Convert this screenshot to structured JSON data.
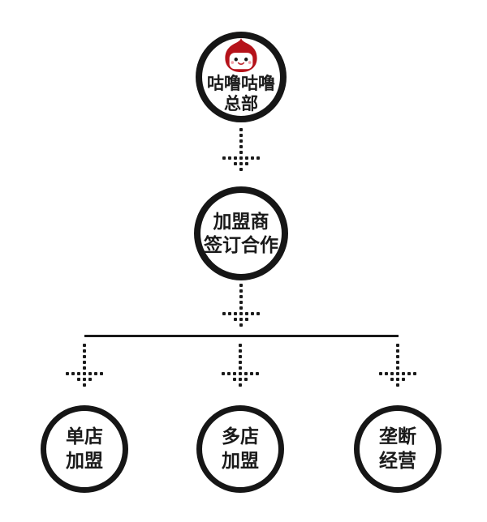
{
  "flowchart": {
    "root": {
      "line1": "咕噜咕噜",
      "line2": "总部"
    },
    "middle": {
      "line1": "加盟商",
      "line2": "签订合作"
    },
    "leaves": [
      {
        "line1": "单店",
        "line2": "加盟"
      },
      {
        "line1": "多店",
        "line2": "加盟"
      },
      {
        "line1": "垄断",
        "line2": "经营"
      }
    ],
    "icons": {
      "mascot": "gulu-mascot-icon",
      "connector": "dotted-down-arrow"
    },
    "colors": {
      "outline": "#1a1a1a",
      "mascot_red": "#b5121a",
      "mascot_blush": "#f2a0a8",
      "background": "#ffffff"
    }
  }
}
